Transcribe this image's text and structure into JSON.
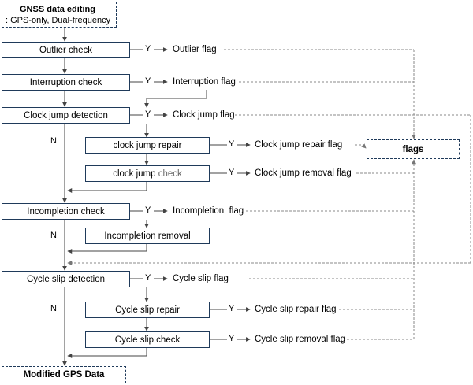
{
  "start": {
    "title": "GNSS data editing",
    "subtitle": ": GPS-only, Dual-frequency"
  },
  "main_steps": {
    "outlier": "Outlier check",
    "interruption": "Interruption check",
    "clock_jump": "Clock jump detection",
    "incompletion": "Incompletion check",
    "cycle_slip": "Cycle slip detection"
  },
  "sub_steps": {
    "clock_repair": "clock jump repair",
    "clock_check_a": "clock jump ",
    "clock_check_b": "check",
    "incompletion_removal": "Incompletion removal",
    "cycle_repair": "Cycle slip repair",
    "cycle_check": "Cycle slip check"
  },
  "flags": {
    "outlier": "Outlier flag",
    "interruption": "Interruption flag",
    "clock_jump": "Clock jump flag",
    "clock_repair": "Clock jump repair flag",
    "clock_removal": "Clock jump removal flag",
    "incompletion": "Incompletion  flag",
    "cycle_slip": "Cycle slip flag",
    "cycle_repair": "Cycle slip repair flag",
    "cycle_removal": "Cycle slip removal flag"
  },
  "flags_box": "flags",
  "end": "Modified GPS Data",
  "yes_label": "Y",
  "no_label": "N"
}
